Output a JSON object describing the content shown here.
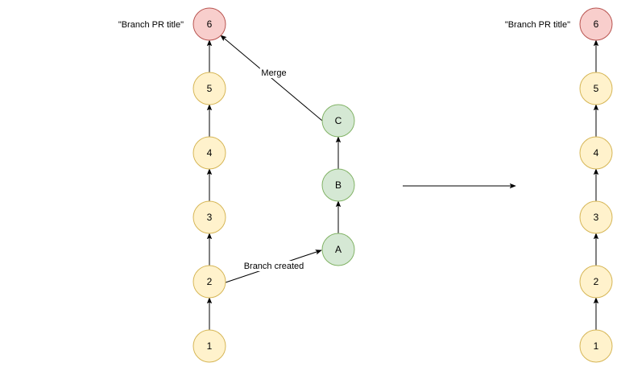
{
  "diagram": {
    "colors": {
      "main_fill": "#fff2cc",
      "main_stroke": "#d6b656",
      "branch_fill": "#d5e8d4",
      "branch_stroke": "#82b366",
      "head_fill": "#f8cecc",
      "head_stroke": "#b85450",
      "edge": "#000000"
    },
    "left": {
      "main_commits": [
        "1",
        "2",
        "3",
        "4",
        "5",
        "6"
      ],
      "branch_commits": [
        "A",
        "B",
        "C"
      ],
      "head_title": "\"Branch PR title\"",
      "branch_edge_label": "Branch created",
      "merge_edge_label": "Merge"
    },
    "right": {
      "main_commits": [
        "1",
        "2",
        "3",
        "4",
        "5",
        "6"
      ],
      "head_title": "\"Branch PR title\""
    }
  }
}
